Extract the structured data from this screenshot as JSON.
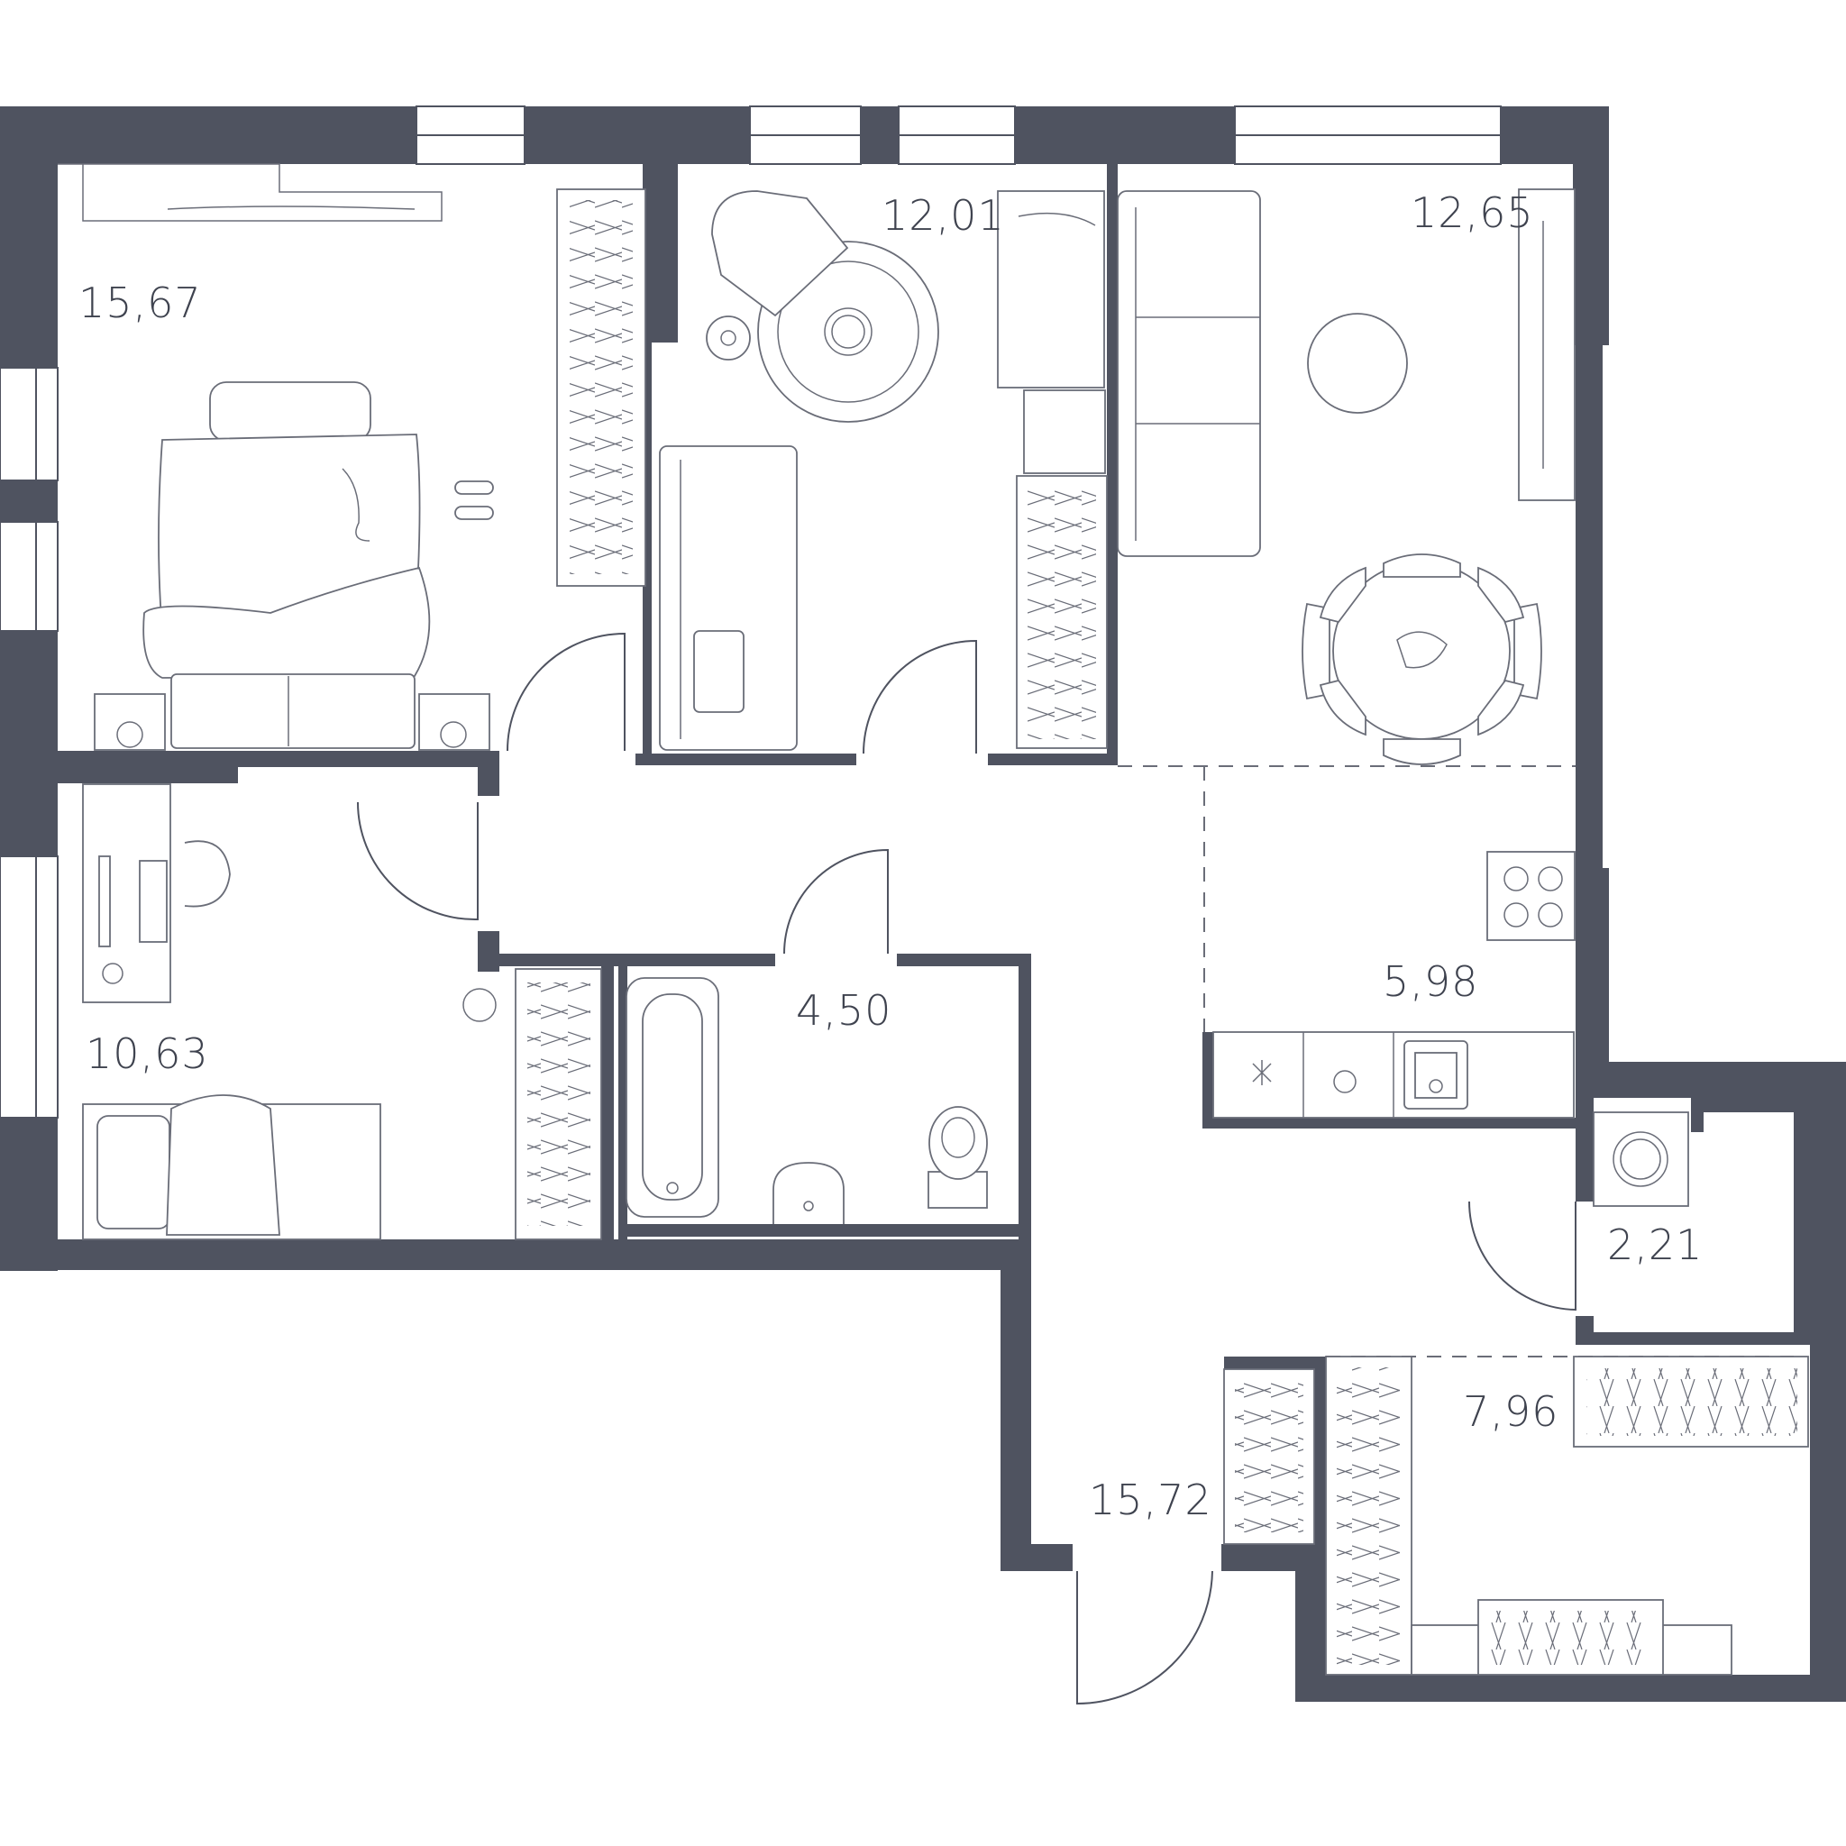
{
  "rooms": [
    {
      "id": "bedroom-master",
      "area": "15,67"
    },
    {
      "id": "bedroom-child",
      "area": "12,01"
    },
    {
      "id": "living-room",
      "area": "12,65"
    },
    {
      "id": "bedroom-small",
      "area": "10,63"
    },
    {
      "id": "bathroom",
      "area": "4,50"
    },
    {
      "id": "kitchen",
      "area": "5,98"
    },
    {
      "id": "laundry",
      "area": "2,21"
    },
    {
      "id": "hall-storage",
      "area": "7,96"
    },
    {
      "id": "corridor",
      "area": "15,72"
    }
  ],
  "colors": {
    "wall": "#4f5360",
    "line": "#6a6d78"
  }
}
